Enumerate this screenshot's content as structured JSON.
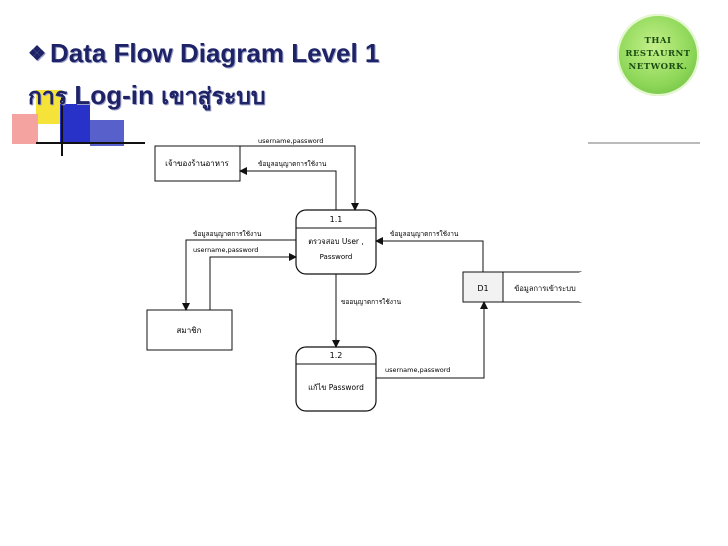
{
  "slide": {
    "title_line1": "Data  Flow  Diagram  Level 1",
    "title_line2_thai1": "การ",
    "title_line2_latin": " Log-in ",
    "title_line2_thai2": "เขาสู่ระบบ",
    "bullet_icon": "diamond-bullet-icon"
  },
  "logo": {
    "line1": "THAI",
    "line2": "RESTAURNT",
    "line3": "NETWORK."
  },
  "diagram": {
    "external_owner": "เจ้าของร้านอาหาร",
    "external_member": "สมาชิก",
    "process1": {
      "number": "1.1",
      "name": "ตรวจสอบ User ,",
      "name2": "Password"
    },
    "process2": {
      "number": "1.2",
      "name": "แก้ไข Password"
    },
    "datastore": {
      "id": "D1",
      "name": "ข้อมูลการเข้าระบบ"
    },
    "flows": {
      "owner_to_p1": "username,password",
      "p1_to_owner": "ข้อมูลอนุญาตการใช้งาน",
      "p1_to_member_perm": "ข้อมูลอนุญาตการใช้งาน",
      "member_to_p1": "username,password",
      "ds_to_p1": "ข้อมูลอนุญาตการใช้งาน",
      "p1_to_p2": "ขออนุญาตการใช้งาน",
      "p2_to_ds": "username,password"
    }
  }
}
